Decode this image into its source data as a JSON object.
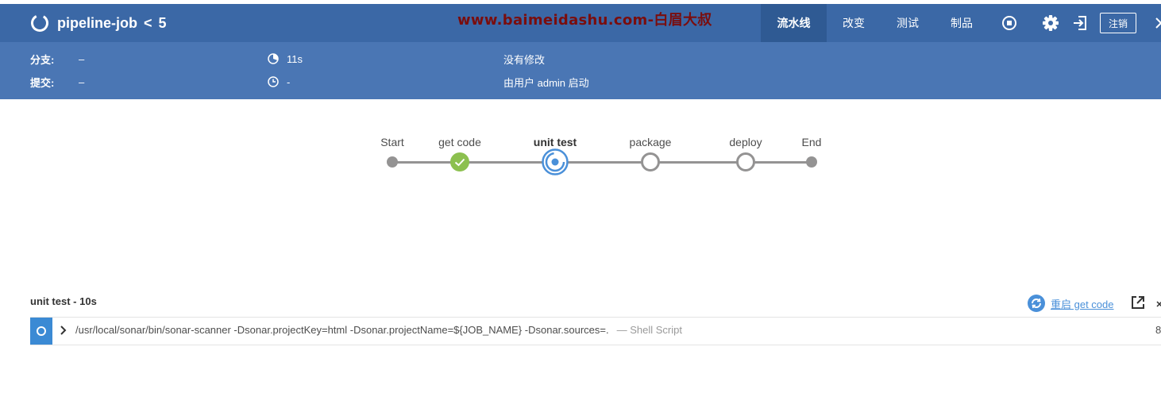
{
  "header": {
    "job_title": "pipeline-job",
    "chevron": "<",
    "run_number": "5",
    "watermark": "www.baimeidashu.com-白眉大叔",
    "nav": [
      {
        "label": "流水线",
        "active": true
      },
      {
        "label": "改变",
        "active": false
      },
      {
        "label": "测试",
        "active": false
      },
      {
        "label": "制品",
        "active": false
      }
    ],
    "logout_label": "注销",
    "icons": [
      "loading-ring-icon",
      "stop-icon",
      "gear-icon",
      "exit-icon",
      "close-icon"
    ]
  },
  "run_info": {
    "branch_label": "分支:",
    "branch_value": "–",
    "commit_label": "提交:",
    "commit_value": "–",
    "duration_value": "11s",
    "started_value": "-",
    "changes_text": "没有修改",
    "trigger_text": "由用户 admin 启动"
  },
  "pipeline": {
    "stages": [
      {
        "name": "Start",
        "status": "start"
      },
      {
        "name": "get code",
        "status": "success"
      },
      {
        "name": "unit test",
        "status": "running",
        "selected": true
      },
      {
        "name": "package",
        "status": "queued"
      },
      {
        "name": "deploy",
        "status": "queued"
      },
      {
        "name": "End",
        "status": "end"
      }
    ],
    "colors": {
      "success": "#8cc04f",
      "running": "#4a90d9",
      "queued": "#949393",
      "line": "#949393"
    }
  },
  "log": {
    "title": "unit test - 10s",
    "restart_label": "重启 get code",
    "step": {
      "command": "/usr/local/sonar/bin/sonar-scanner -Dsonar.projectKey=html -Dsonar.projectName=${JOB_NAME} -Dsonar.sources=.",
      "type": "— Shell Script",
      "duration": "8"
    }
  }
}
